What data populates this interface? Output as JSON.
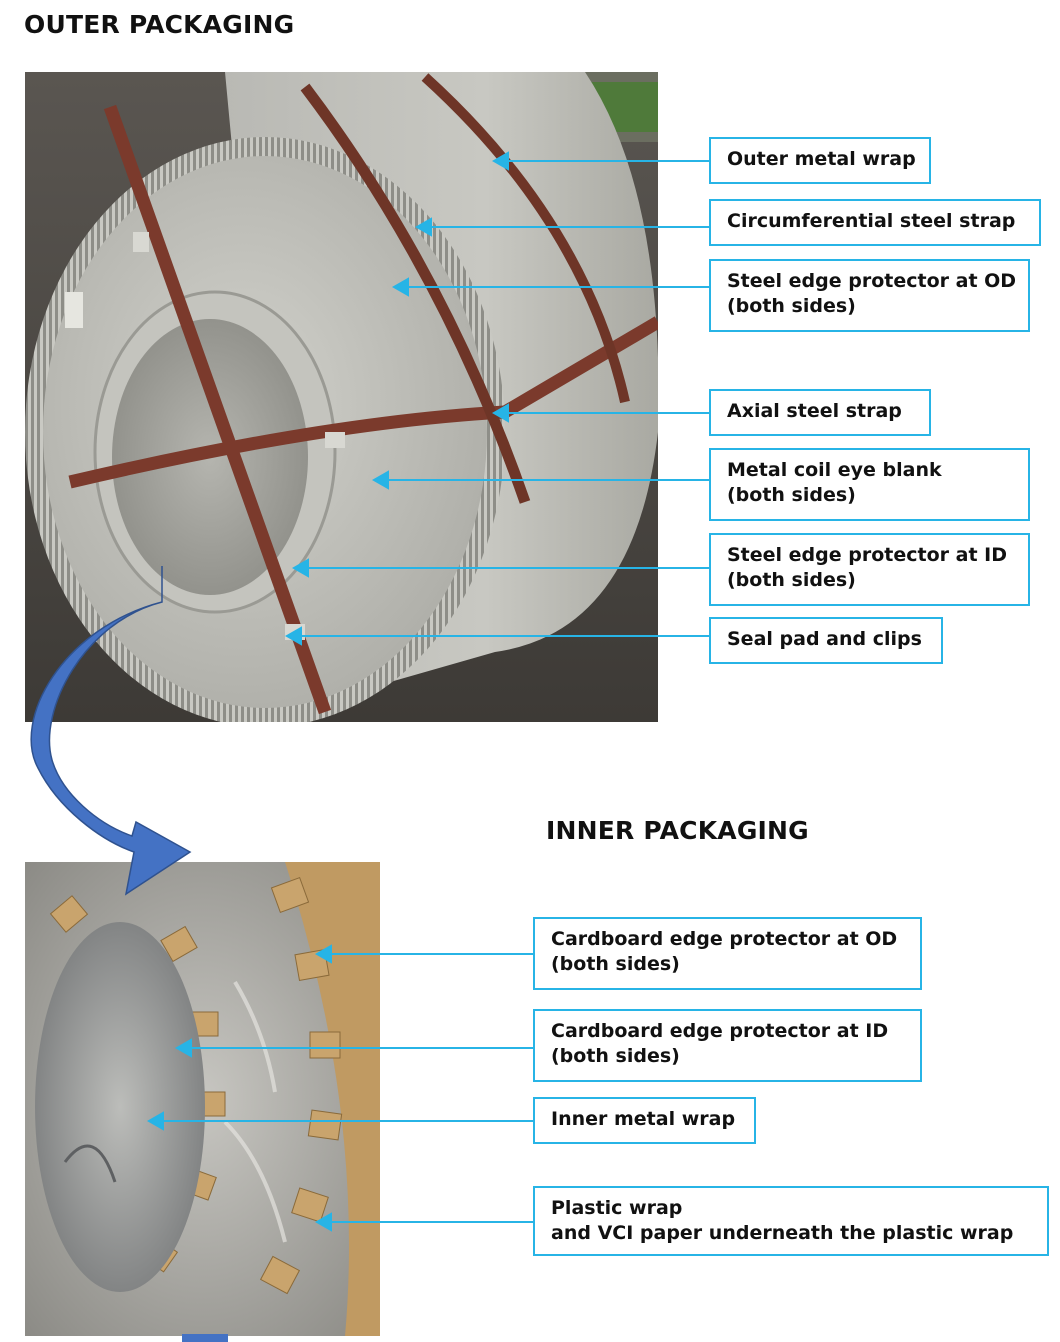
{
  "outer": {
    "title": "OUTER PACKAGING",
    "labels": [
      [
        "Outer metal wrap"
      ],
      [
        "Circumferential steel strap"
      ],
      [
        "Steel edge protector at OD",
        "(both sides)"
      ],
      [
        "Axial steel strap"
      ],
      [
        "Metal coil eye blank",
        "(both sides)"
      ],
      [
        "Steel edge protector at ID",
        "(both sides)"
      ],
      [
        "Seal pad and clips"
      ]
    ]
  },
  "inner": {
    "title": "INNER PACKAGING",
    "labels": [
      [
        "Cardboard edge protector at OD",
        "(both sides)"
      ],
      [
        "Cardboard edge protector at ID",
        "(both sides)"
      ],
      [
        "Inner metal wrap"
      ],
      [
        "Plastic wrap",
        "and VCI paper underneath the plastic wrap"
      ]
    ]
  },
  "colors": {
    "callout_border": "#27b4e6",
    "leader_line": "#27b4e6",
    "transition_arrow": "#4472c4"
  }
}
